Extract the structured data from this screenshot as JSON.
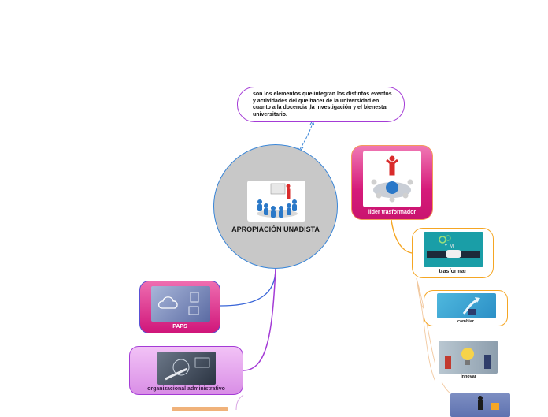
{
  "map": {
    "central": {
      "label": "APROPIACIÓN UNADISTA",
      "image": "people-presentation-icon"
    },
    "callout": {
      "text": "son los elementos que integran los distintos eventos y actividades del que hacer de la universidad en cuanto a la docencia ,la investigación y el bienestar universitario."
    },
    "lider": {
      "label": "lider trasformador",
      "image": "leader-network-icon"
    },
    "trasformar": {
      "label": "trasformar",
      "image": "handshake-icon"
    },
    "cambiar": {
      "label": "cambiar",
      "image": "growth-arrow-icon"
    },
    "innovar": {
      "label": "innovar",
      "image": "lightbulb-icon"
    },
    "paps": {
      "label": "PAPS",
      "image": "cloud-tech-icon"
    },
    "organizacional": {
      "label": "organizacional administrativo",
      "image": "tech-hand-icon"
    }
  },
  "colors": {
    "central_fill": "#c8c8c8",
    "central_border": "#3a86d8",
    "pink_node": "#d61a7a",
    "orange_branch": "#f5a623",
    "purple_branch": "#a43bd6",
    "blue_branch": "#3a66d8"
  }
}
